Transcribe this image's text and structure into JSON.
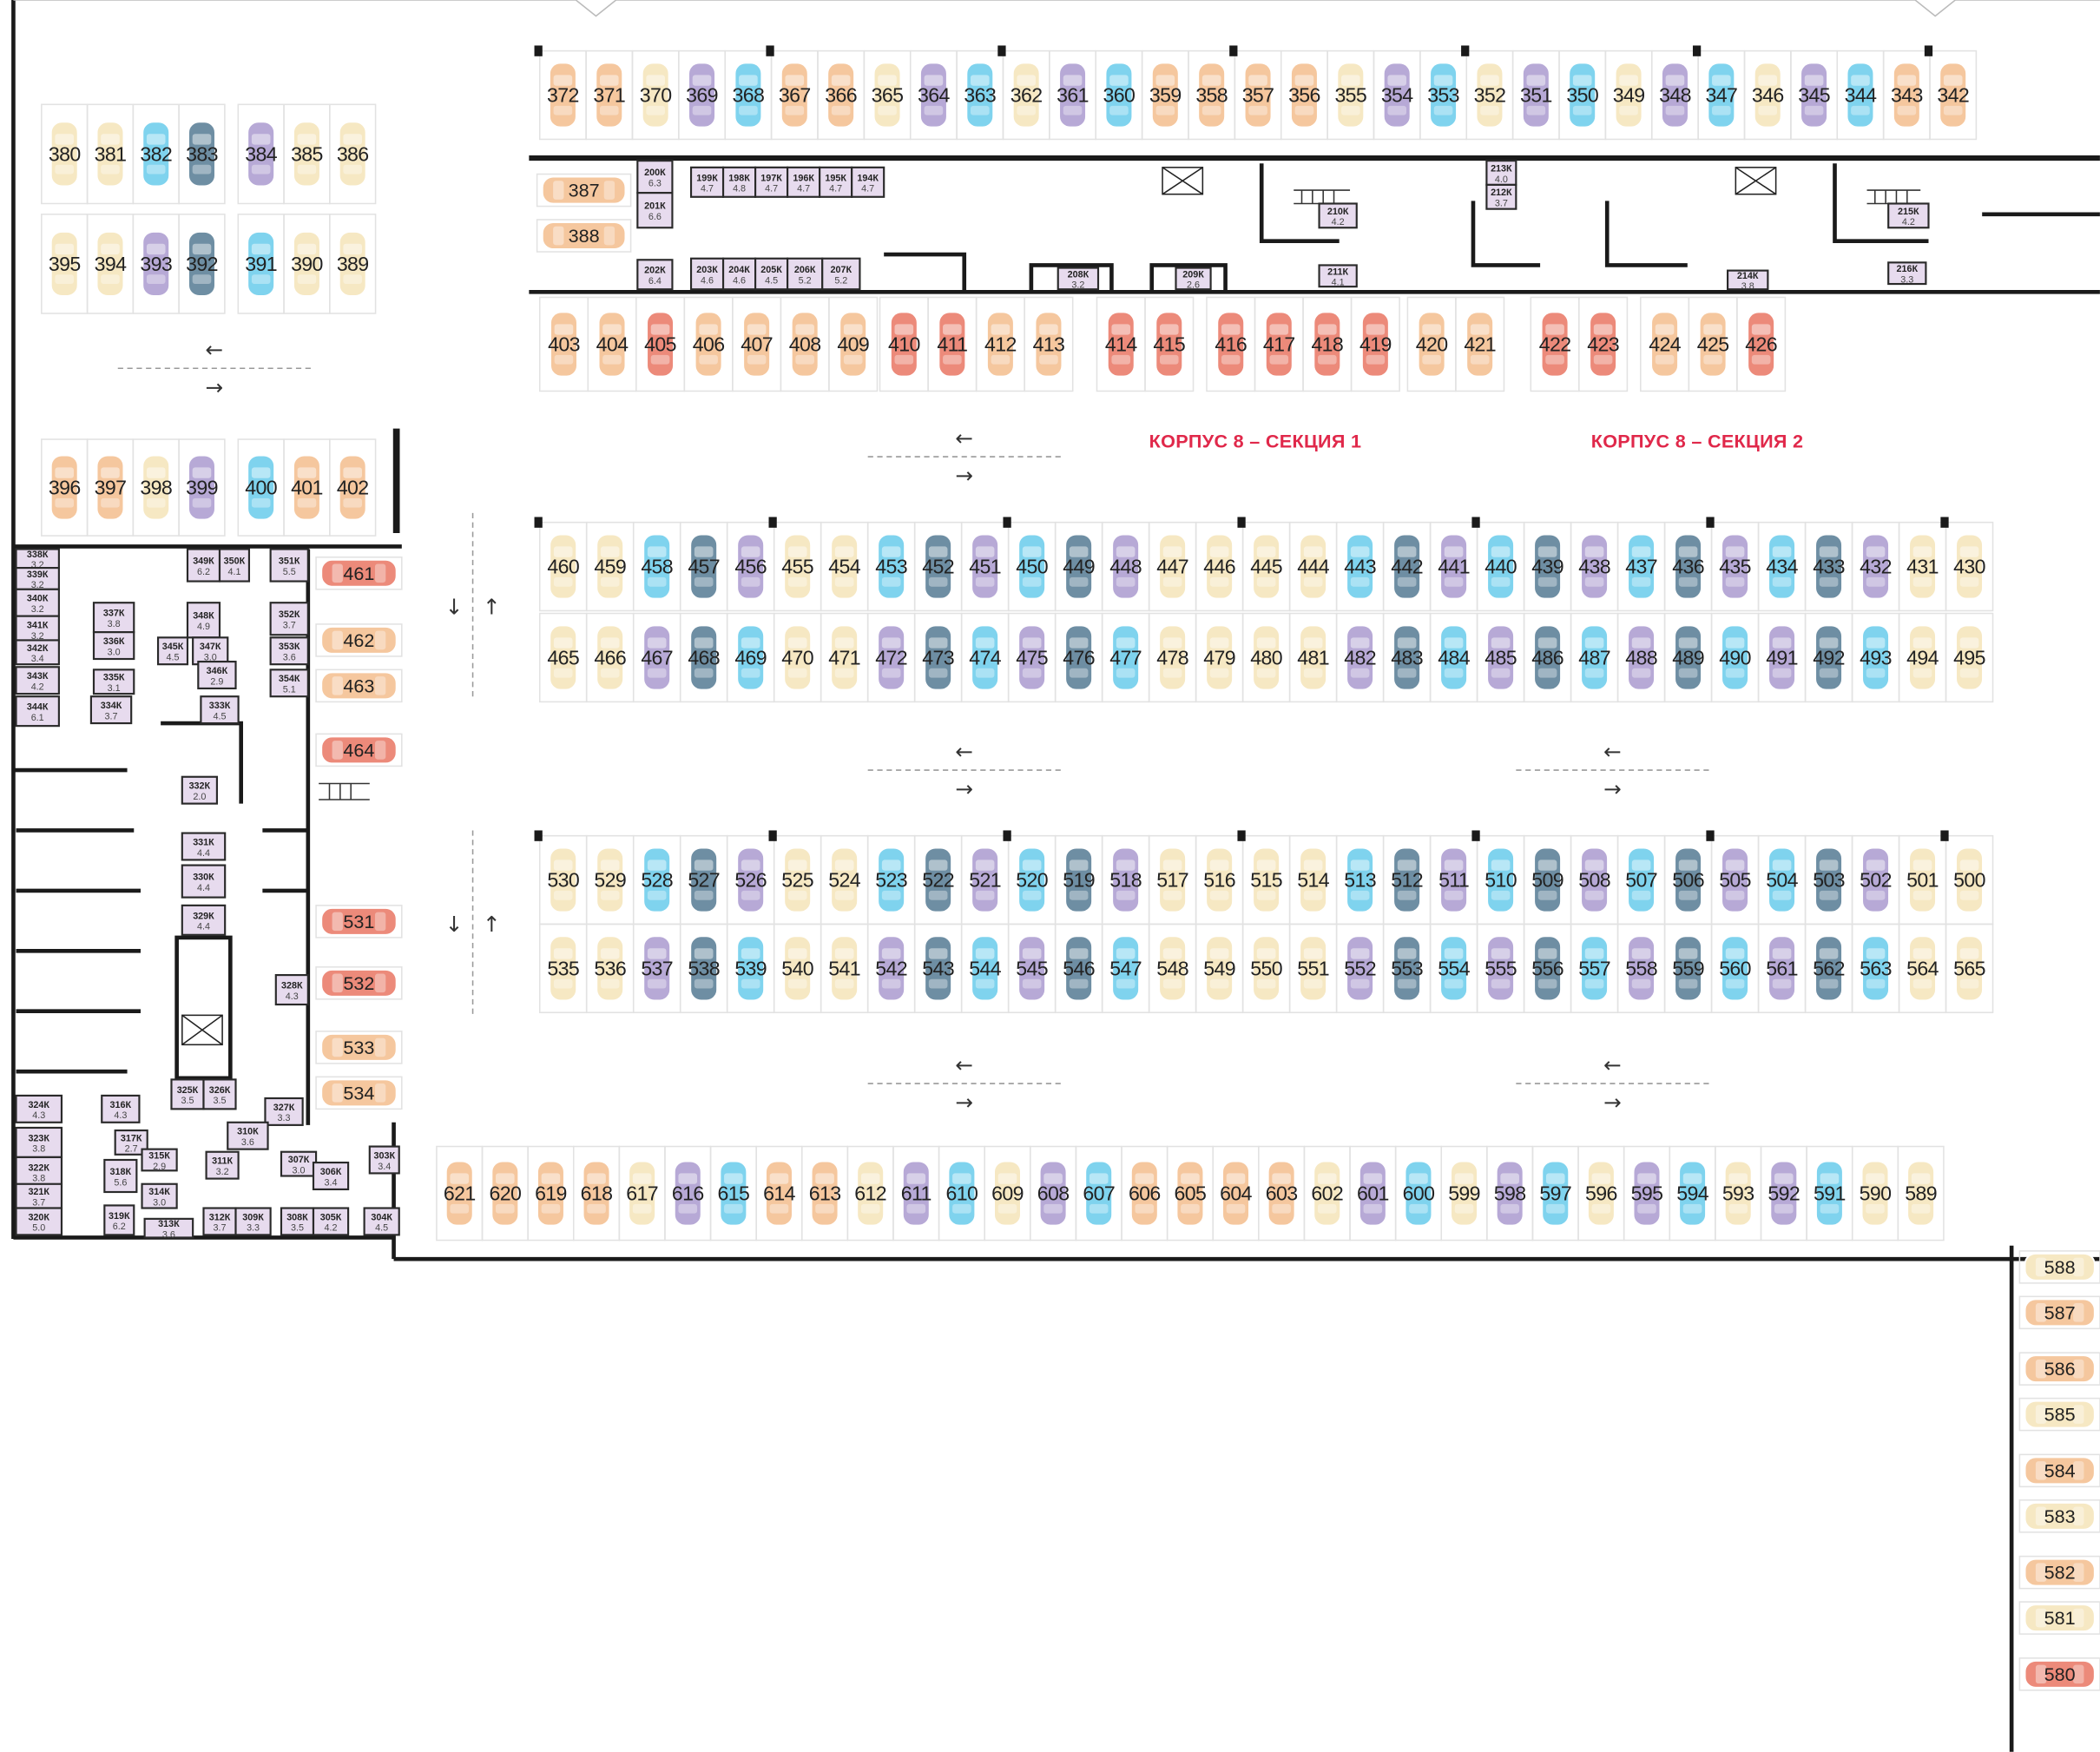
{
  "colors": {
    "cream": "#f6e8c3",
    "orange": "#f5c79e",
    "blue": "#7fd3ee",
    "slate": "#6e8ea3",
    "lavender": "#b7a9d6",
    "red": "#ec8a7a",
    "storage_fill": "#e7dbee",
    "section_label": "#e0284a",
    "wall": "#1a1a1a"
  },
  "section_labels": [
    "КОРПУС 8 – СЕКЦИЯ 1",
    "КОРПУС 8 – СЕКЦИЯ 2"
  ],
  "arrow_left": "←",
  "arrow_right": "→",
  "arrow_down": "↓",
  "arrow_up": "↑",
  "spot_rows": [
    {
      "numbers": [
        372,
        371,
        370,
        369,
        368,
        367,
        366,
        365,
        364,
        363,
        362,
        361,
        360,
        359,
        358,
        357,
        356,
        355,
        354,
        353,
        352,
        351,
        350,
        349,
        348,
        347,
        346,
        345,
        344,
        343,
        342
      ],
      "colors": [
        "orange",
        "orange",
        "cream",
        "lavender",
        "blue",
        "orange",
        "orange",
        "cream",
        "lavender",
        "blue",
        "cream",
        "lavender",
        "blue",
        "orange",
        "orange",
        "orange",
        "orange",
        "cream",
        "lavender",
        "blue",
        "cream",
        "lavender",
        "blue",
        "cream",
        "lavender",
        "blue",
        "cream",
        "lavender",
        "blue",
        "orange",
        "orange"
      ]
    },
    {
      "numbers": [
        403,
        404,
        405,
        406,
        407,
        408,
        409,
        410,
        411,
        412,
        413,
        414,
        415,
        416,
        417,
        418,
        419,
        420,
        421,
        422,
        423,
        424,
        425,
        426
      ],
      "colors": [
        "orange",
        "orange",
        "red",
        "orange",
        "orange",
        "orange",
        "orange",
        "red",
        "red",
        "orange",
        "orange",
        "red",
        "red",
        "red",
        "red",
        "red",
        "red",
        "orange",
        "orange",
        "red",
        "red",
        "orange",
        "orange",
        "red"
      ]
    },
    {
      "numbers": [
        460,
        459,
        458,
        457,
        456,
        455,
        454,
        453,
        452,
        451,
        450,
        449,
        448,
        447,
        446,
        445,
        444,
        443,
        442,
        441,
        440,
        439,
        438,
        437,
        436,
        435,
        434,
        433,
        432,
        431,
        430
      ],
      "colors": [
        "cream",
        "cream",
        "blue",
        "slate",
        "lavender",
        "cream",
        "cream",
        "blue",
        "slate",
        "lavender",
        "blue",
        "slate",
        "lavender",
        "cream",
        "cream",
        "cream",
        "cream",
        "blue",
        "slate",
        "lavender",
        "blue",
        "slate",
        "lavender",
        "blue",
        "slate",
        "lavender",
        "blue",
        "slate",
        "lavender",
        "cream",
        "cream"
      ]
    },
    {
      "numbers": [
        465,
        466,
        467,
        468,
        469,
        470,
        471,
        472,
        473,
        474,
        475,
        476,
        477,
        478,
        479,
        480,
        481,
        482,
        483,
        484,
        485,
        486,
        487,
        488,
        489,
        490,
        491,
        492,
        493,
        494,
        495
      ],
      "colors": [
        "cream",
        "cream",
        "lavender",
        "slate",
        "blue",
        "cream",
        "cream",
        "lavender",
        "slate",
        "blue",
        "lavender",
        "slate",
        "blue",
        "cream",
        "cream",
        "cream",
        "cream",
        "lavender",
        "slate",
        "blue",
        "lavender",
        "slate",
        "blue",
        "lavender",
        "slate",
        "blue",
        "lavender",
        "slate",
        "blue",
        "cream",
        "cream"
      ]
    },
    {
      "numbers": [
        530,
        529,
        528,
        527,
        526,
        525,
        524,
        523,
        522,
        521,
        520,
        519,
        518,
        517,
        516,
        515,
        514,
        513,
        512,
        511,
        510,
        509,
        508,
        507,
        506,
        505,
        504,
        503,
        502,
        501,
        500
      ],
      "colors": [
        "cream",
        "cream",
        "blue",
        "slate",
        "lavender",
        "cream",
        "cream",
        "blue",
        "slate",
        "lavender",
        "blue",
        "slate",
        "lavender",
        "cream",
        "cream",
        "cream",
        "cream",
        "blue",
        "slate",
        "lavender",
        "blue",
        "slate",
        "lavender",
        "blue",
        "slate",
        "lavender",
        "blue",
        "slate",
        "lavender",
        "cream",
        "cream"
      ]
    },
    {
      "numbers": [
        535,
        536,
        537,
        538,
        539,
        540,
        541,
        542,
        543,
        544,
        545,
        546,
        547,
        548,
        549,
        550,
        551,
        552,
        553,
        554,
        555,
        556,
        557,
        558,
        559,
        560,
        561,
        562,
        563,
        564,
        565
      ],
      "colors": [
        "cream",
        "cream",
        "lavender",
        "slate",
        "blue",
        "cream",
        "cream",
        "lavender",
        "slate",
        "blue",
        "lavender",
        "slate",
        "blue",
        "cream",
        "cream",
        "cream",
        "cream",
        "lavender",
        "slate",
        "blue",
        "lavender",
        "slate",
        "blue",
        "lavender",
        "slate",
        "blue",
        "lavender",
        "slate",
        "blue",
        "cream",
        "cream"
      ]
    },
    {
      "numbers": [
        621,
        620,
        619,
        618,
        617,
        616,
        615,
        614,
        613,
        612,
        611,
        610,
        609,
        608,
        607,
        606,
        605,
        604,
        603,
        602,
        601,
        600,
        599,
        598,
        597,
        596,
        595,
        594,
        593,
        592,
        591,
        590,
        589
      ],
      "colors": [
        "orange",
        "orange",
        "orange",
        "orange",
        "cream",
        "lavender",
        "blue",
        "orange",
        "orange",
        "cream",
        "lavender",
        "blue",
        "cream",
        "lavender",
        "blue",
        "orange",
        "orange",
        "orange",
        "orange",
        "cream",
        "lavender",
        "blue",
        "cream",
        "lavender",
        "blue",
        "cream",
        "lavender",
        "blue",
        "cream",
        "lavender",
        "blue",
        "cream",
        "cream"
      ]
    },
    {
      "numbers": [
        380,
        381,
        382,
        383,
        384,
        385,
        386
      ],
      "colors": [
        "cream",
        "cream",
        "blue",
        "slate",
        "lavender",
        "cream",
        "cream"
      ]
    },
    {
      "numbers": [
        395,
        394,
        393,
        392,
        391,
        390,
        389
      ],
      "colors": [
        "cream",
        "cream",
        "lavender",
        "slate",
        "blue",
        "cream",
        "cream"
      ]
    },
    {
      "numbers": [
        396,
        397,
        398,
        399,
        400,
        401,
        402
      ],
      "colors": [
        "orange",
        "orange",
        "cream",
        "lavender",
        "blue",
        "orange",
        "orange"
      ]
    }
  ],
  "side_spots": [
    {
      "number": 387,
      "color": "orange"
    },
    {
      "number": 388,
      "color": "orange"
    },
    {
      "number": 461,
      "color": "red"
    },
    {
      "number": 462,
      "color": "orange"
    },
    {
      "number": 463,
      "color": "orange"
    },
    {
      "number": 464,
      "color": "red"
    },
    {
      "number": 531,
      "color": "red"
    },
    {
      "number": 532,
      "color": "red"
    },
    {
      "number": 533,
      "color": "orange"
    },
    {
      "number": 534,
      "color": "orange"
    },
    {
      "number": 588,
      "color": "cream"
    },
    {
      "number": 587,
      "color": "orange"
    },
    {
      "number": 586,
      "color": "orange"
    },
    {
      "number": 585,
      "color": "cream"
    },
    {
      "number": 584,
      "color": "orange"
    },
    {
      "number": 583,
      "color": "cream"
    },
    {
      "number": 582,
      "color": "orange"
    },
    {
      "number": 581,
      "color": "cream"
    },
    {
      "number": 580,
      "color": "red"
    }
  ],
  "storage_rooms": [
    {
      "id": "200К",
      "area": "6.3"
    },
    {
      "id": "201К",
      "area": "6.6"
    },
    {
      "id": "202К",
      "area": "6.4"
    },
    {
      "id": "199К",
      "area": "4.7"
    },
    {
      "id": "198К",
      "area": "4.8"
    },
    {
      "id": "197К",
      "area": "4.7"
    },
    {
      "id": "196К",
      "area": "4.7"
    },
    {
      "id": "195К",
      "area": "4.7"
    },
    {
      "id": "194К",
      "area": "4.7"
    },
    {
      "id": "203К",
      "area": "4.6"
    },
    {
      "id": "204К",
      "area": "4.6"
    },
    {
      "id": "205К",
      "area": "4.5"
    },
    {
      "id": "206К",
      "area": "5.2"
    },
    {
      "id": "207К",
      "area": "5.2"
    },
    {
      "id": "208К",
      "area": "3.2"
    },
    {
      "id": "209К",
      "area": "2.6"
    },
    {
      "id": "210К",
      "area": "4.2"
    },
    {
      "id": "211К",
      "area": "4.1"
    },
    {
      "id": "213К",
      "area": "4.0"
    },
    {
      "id": "212К",
      "area": "3.7"
    },
    {
      "id": "214К",
      "area": "3.8"
    },
    {
      "id": "215К",
      "area": "4.2"
    },
    {
      "id": "216К",
      "area": "3.3"
    },
    {
      "id": "338К",
      "area": "3.2"
    },
    {
      "id": "339К",
      "area": "3.2"
    },
    {
      "id": "340К",
      "area": "3.2"
    },
    {
      "id": "341К",
      "area": "3.2"
    },
    {
      "id": "342К",
      "area": "3.4"
    },
    {
      "id": "343К",
      "area": "4.2"
    },
    {
      "id": "344К",
      "area": "6.1"
    },
    {
      "id": "337К",
      "area": "3.8"
    },
    {
      "id": "336К",
      "area": "3.0"
    },
    {
      "id": "335К",
      "area": "3.1"
    },
    {
      "id": "334К",
      "area": "3.7"
    },
    {
      "id": "349К",
      "area": "6.2"
    },
    {
      "id": "350К",
      "area": "4.1"
    },
    {
      "id": "351К",
      "area": "5.5"
    },
    {
      "id": "348К",
      "area": "4.9"
    },
    {
      "id": "352К",
      "area": "3.7"
    },
    {
      "id": "345К",
      "area": "4.5"
    },
    {
      "id": "347К",
      "area": "3.0"
    },
    {
      "id": "353К",
      "area": "3.6"
    },
    {
      "id": "346К",
      "area": "2.9"
    },
    {
      "id": "354К",
      "area": "5.1"
    },
    {
      "id": "333К",
      "area": "4.5"
    },
    {
      "id": "332К",
      "area": "2.0"
    },
    {
      "id": "331К",
      "area": "4.4"
    },
    {
      "id": "330К",
      "area": "4.4"
    },
    {
      "id": "329К",
      "area": "4.4"
    },
    {
      "id": "328К",
      "area": "4.3"
    },
    {
      "id": "324К",
      "area": "4.3"
    },
    {
      "id": "316К",
      "area": "4.3"
    },
    {
      "id": "325К",
      "area": "3.5"
    },
    {
      "id": "326К",
      "area": "3.5"
    },
    {
      "id": "327К",
      "area": "3.3"
    },
    {
      "id": "323К",
      "area": "3.8"
    },
    {
      "id": "317К",
      "area": "2.7"
    },
    {
      "id": "310К",
      "area": "3.6"
    },
    {
      "id": "303К",
      "area": "3.4"
    },
    {
      "id": "322К",
      "area": "3.8"
    },
    {
      "id": "318К",
      "area": "5.6"
    },
    {
      "id": "315К",
      "area": "2.9"
    },
    {
      "id": "311К",
      "area": "3.2"
    },
    {
      "id": "307К",
      "area": "3.0"
    },
    {
      "id": "306К",
      "area": "3.4"
    },
    {
      "id": "321К",
      "area": "3.7"
    },
    {
      "id": "314К",
      "area": "3.0"
    },
    {
      "id": "320К",
      "area": "5.0"
    },
    {
      "id": "319К",
      "area": "6.2"
    },
    {
      "id": "313К",
      "area": "3.6"
    },
    {
      "id": "312К",
      "area": "3.7"
    },
    {
      "id": "309К",
      "area": "3.3"
    },
    {
      "id": "308К",
      "area": "3.5"
    },
    {
      "id": "305К",
      "area": "4.2"
    },
    {
      "id": "304К",
      "area": "4.5"
    }
  ]
}
